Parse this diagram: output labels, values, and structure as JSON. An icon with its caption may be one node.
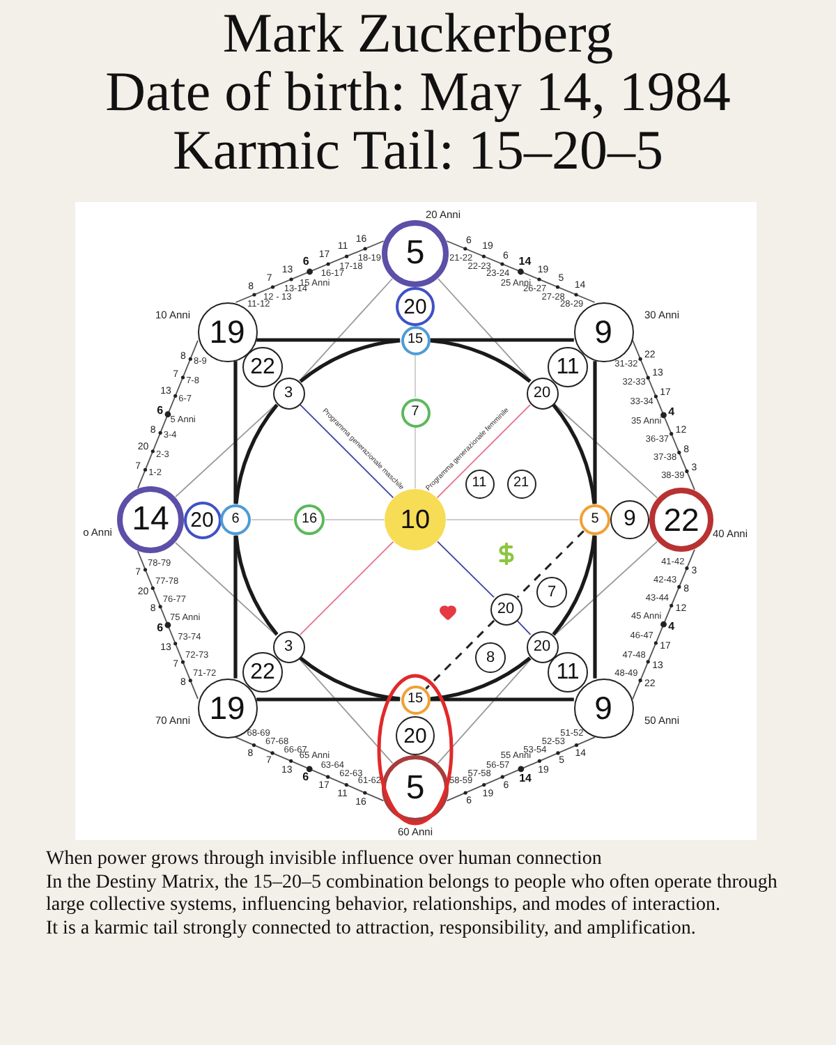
{
  "diagram": {
    "title": "Mark Zuckerberg",
    "nodes": [
      {
        "text": [
          "5"
        ],
        "beside": [
          "20 Anni"
        ]
      },
      {
        "text": [
          "20"
        ]
      },
      {
        "text": [
          "15"
        ]
      },
      {
        "text": [
          "19"
        ],
        "beside": [
          "10 Anni"
        ]
      },
      {
        "text": [
          "9"
        ],
        "beside": [
          "30 Anni"
        ]
      },
      {
        "text": [
          "22"
        ]
      },
      {
        "text": [
          "11"
        ]
      },
      {
        "text": [
          "3"
        ]
      },
      {
        "text": [
          "20"
        ]
      },
      {
        "text": [
          "7"
        ]
      },
      {
        "text": [
          "11"
        ]
      },
      {
        "text": [
          "21"
        ]
      },
      {
        "text": [
          "14"
        ],
        "beside": [
          "o Anni"
        ]
      },
      {
        "text": [
          "20"
        ]
      },
      {
        "text": [
          "6"
        ]
      },
      {
        "text": [
          "16"
        ]
      },
      {
        "text": [
          "10"
        ]
      },
      {
        "text": [
          "5"
        ]
      },
      {
        "text": [
          "9"
        ]
      },
      {
        "text": [
          "22"
        ],
        "beside": [
          "40 Anni"
        ]
      },
      {
        "text": [
          "20"
        ]
      },
      {
        "text": [
          "7"
        ]
      },
      {
        "text": [
          "8"
        ]
      },
      {
        "text": [
          "3"
        ]
      },
      {
        "text": [
          "20"
        ]
      },
      {
        "text": [
          "22"
        ]
      },
      {
        "text": [
          "11"
        ]
      },
      {
        "text": [
          "19"
        ],
        "beside": [
          "70 Anni"
        ]
      },
      {
        "text": [
          "9"
        ],
        "beside": [
          "50 Anni"
        ]
      },
      {
        "text": [
          "15"
        ]
      },
      {
        "text": [
          "20"
        ]
      },
      {
        "text": [
          "5"
        ],
        "beside": [
          "60 Anni"
        ]
      }
    ],
    "edges": [
      {
        "from": 12,
        "to": 3,
        "arrow": "none",
        "color": "#555555"
      },
      {
        "from": 3,
        "to": 0,
        "arrow": "none",
        "color": "#555555"
      },
      {
        "from": 0,
        "to": 4,
        "arrow": "none",
        "color": "#555555"
      },
      {
        "from": 4,
        "to": 19,
        "arrow": "none",
        "color": "#555555"
      },
      {
        "from": 19,
        "to": 28,
        "arrow": "none",
        "color": "#555555"
      },
      {
        "from": 28,
        "to": 31,
        "arrow": "none",
        "color": "#555555"
      },
      {
        "from": 31,
        "to": 27,
        "arrow": "none",
        "color": "#555555"
      },
      {
        "from": 27,
        "to": 12,
        "arrow": "none",
        "color": "#555555"
      },
      {
        "from": 12,
        "to": 7,
        "arrow": "none",
        "color": "#999999"
      },
      {
        "from": 7,
        "to": 0,
        "arrow": "none",
        "color": "#999999"
      },
      {
        "from": 0,
        "to": 8,
        "arrow": "none",
        "color": "#999999"
      },
      {
        "from": 8,
        "to": 19,
        "arrow": "none",
        "color": "#999999"
      },
      {
        "from": 19,
        "to": 24,
        "arrow": "none",
        "color": "#999999"
      },
      {
        "from": 24,
        "to": 31,
        "arrow": "none",
        "color": "#999999"
      },
      {
        "from": 31,
        "to": 23,
        "arrow": "none",
        "color": "#999999"
      },
      {
        "from": 23,
        "to": 12,
        "arrow": "none",
        "color": "#999999"
      },
      {
        "from": 3,
        "to": 2,
        "arrow": "none",
        "style": "thick",
        "color": "#1a1a1a"
      },
      {
        "from": 2,
        "to": 4,
        "arrow": "none",
        "style": "thick",
        "color": "#1a1a1a"
      },
      {
        "from": 4,
        "to": 17,
        "arrow": "none",
        "style": "thick",
        "color": "#1a1a1a"
      },
      {
        "from": 17,
        "to": 28,
        "arrow": "none",
        "style": "thick",
        "color": "#1a1a1a"
      },
      {
        "from": 28,
        "to": 29,
        "arrow": "none",
        "style": "thick",
        "color": "#1a1a1a"
      },
      {
        "from": 29,
        "to": 27,
        "arrow": "none",
        "style": "thick",
        "color": "#1a1a1a"
      },
      {
        "from": 27,
        "to": 14,
        "arrow": "none",
        "style": "thick",
        "color": "#1a1a1a"
      },
      {
        "from": 14,
        "to": 3,
        "arrow": "none",
        "style": "thick",
        "color": "#1a1a1a"
      },
      {
        "from": 7,
        "to": 2,
        "arrow": "none",
        "style": "thick",
        "color": "#1a1a1a"
      },
      {
        "from": 2,
        "to": 8,
        "arrow": "none",
        "style": "thick",
        "color": "#1a1a1a"
      },
      {
        "from": 8,
        "to": 17,
        "arrow": "none",
        "style": "thick",
        "color": "#1a1a1a"
      },
      {
        "from": 17,
        "to": 24,
        "arrow": "none",
        "style": "thick",
        "color": "#1a1a1a"
      },
      {
        "from": 24,
        "to": 29,
        "arrow": "none",
        "style": "thick",
        "color": "#1a1a1a"
      },
      {
        "from": 29,
        "to": 23,
        "arrow": "none",
        "style": "thick",
        "color": "#1a1a1a"
      },
      {
        "from": 23,
        "to": 14,
        "arrow": "none",
        "style": "thick",
        "color": "#1a1a1a"
      },
      {
        "from": 14,
        "to": 7,
        "arrow": "none",
        "style": "thick",
        "color": "#1a1a1a"
      },
      {
        "from": 14,
        "to": 15,
        "arrow": "none",
        "color": "#cccccc"
      },
      {
        "from": 15,
        "to": 16,
        "arrow": "none",
        "color": "#cccccc"
      },
      {
        "from": 16,
        "to": 17,
        "arrow": "none",
        "color": "#cccccc"
      },
      {
        "from": 2,
        "to": 9,
        "arrow": "none",
        "color": "#cccccc"
      },
      {
        "from": 9,
        "to": 16,
        "arrow": "none",
        "color": "#cccccc"
      },
      {
        "from": 7,
        "to": 16,
        "arrow": "none",
        "color": "#3a3fa0"
      },
      {
        "from": 16,
        "to": 20,
        "arrow": "none",
        "color": "#3a3fa0"
      },
      {
        "from": 20,
        "to": 24,
        "arrow": "none",
        "color": "#3a3fa0"
      },
      {
        "from": 8,
        "to": 16,
        "arrow": "none",
        "color": "#e8708a"
      },
      {
        "from": 16,
        "to": 23,
        "arrow": "none",
        "color": "#e8708a"
      },
      {
        "from": 17,
        "to": 20,
        "arrow": "none",
        "style": "dashed",
        "color": "#222222"
      },
      {
        "from": 20,
        "to": 29,
        "arrow": "none",
        "style": "dashed",
        "color": "#222222"
      }
    ],
    "labels": [
      "Date of birth: May 14, 1984",
      "Karmic Tail: 15–20–5",
      "1-2",
      "7",
      "2-3",
      "20",
      "3-4",
      "8",
      "5 Anni",
      "6",
      "6-7",
      "13",
      "7-8",
      "7",
      "8-9",
      "8",
      "11-12",
      "8",
      "12 - 13",
      "7",
      "13-14",
      "13",
      "15 Anni",
      "6",
      "16-17",
      "17",
      "17-18",
      "11",
      "18-19",
      "16",
      "21-22",
      "6",
      "22-23",
      "19",
      "23-24",
      "6",
      "25 Anni",
      "14",
      "26-27",
      "19",
      "27-28",
      "5",
      "28-29",
      "14",
      "31-32",
      "22",
      "32-33",
      "13",
      "33-34",
      "17",
      "35 Anni",
      "4",
      "36-37",
      "12",
      "37-38",
      "8",
      "38-39",
      "3",
      "41-42",
      "3",
      "42-43",
      "8",
      "43-44",
      "12",
      "45 Anni",
      "4",
      "46-47",
      "17",
      "47-48",
      "13",
      "48-49",
      "22",
      "51-52",
      "14",
      "52-53",
      "5",
      "53-54",
      "19",
      "55 Anni",
      "14",
      "56-57",
      "6",
      "57-58",
      "19",
      "58-59",
      "6",
      "61-62",
      "16",
      "62-63",
      "11",
      "63-64",
      "17",
      "65 Anni",
      "6",
      "66-67",
      "13",
      "67-68",
      "7",
      "68-69",
      "8",
      "71-72",
      "8",
      "72-73",
      "7",
      "73-74",
      "13",
      "75 Anni",
      "6",
      "76-77",
      "8",
      "77-78",
      "20",
      "78-79",
      "7",
      "Programma generazionale maschile",
      "Programma generazionale femminile",
      "When power grows through invisible influence over human connection",
      "In the Destiny Matrix, the 15–20–5 combination belongs to people who often operate through large collective systems, influencing behavior, relationships, and modes of interaction.",
      "It is a karmic tail strongly connected to attraction, responsibility, and amplification."
    ]
  }
}
